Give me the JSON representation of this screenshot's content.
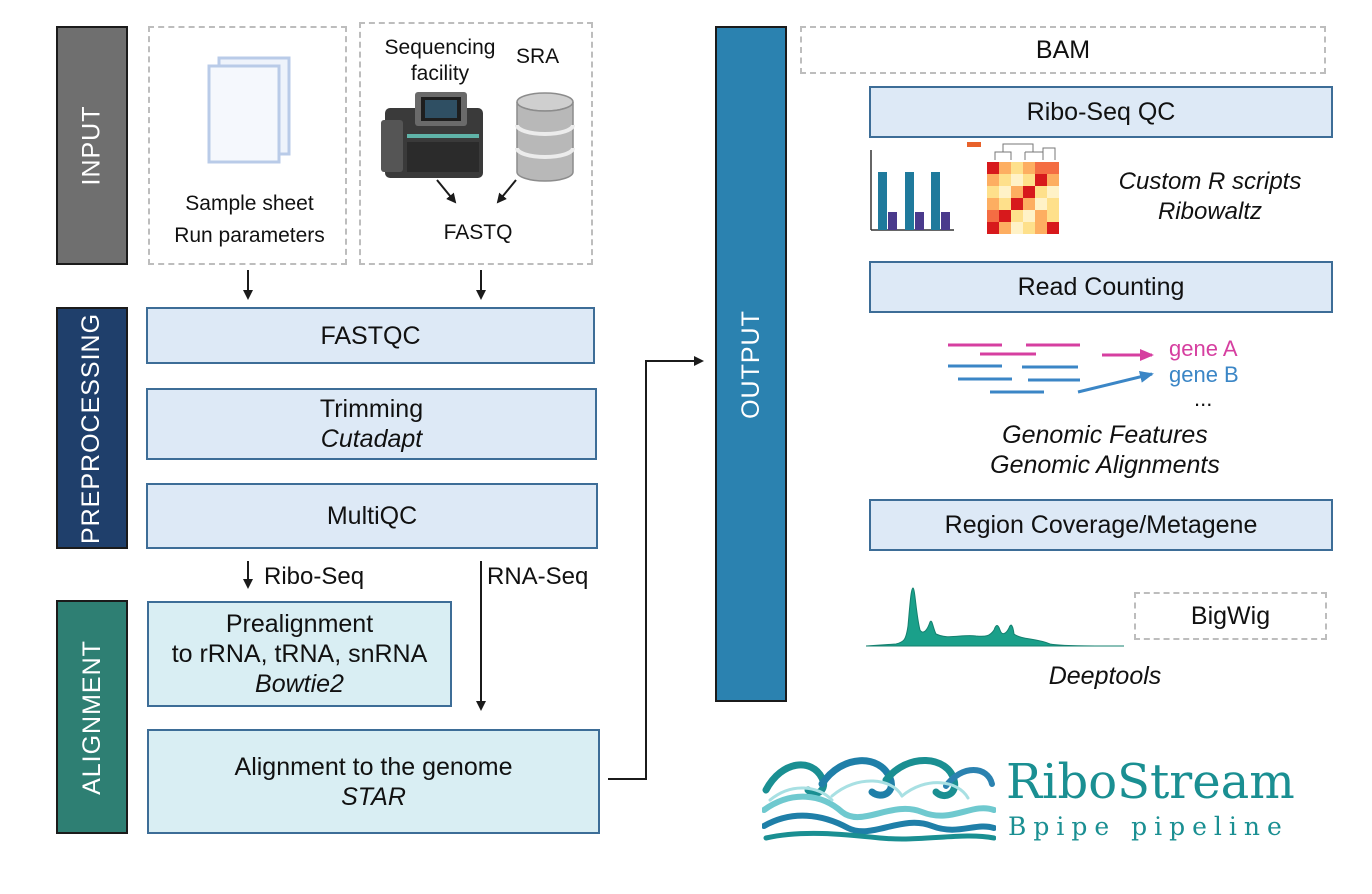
{
  "sections": {
    "input": "INPUT",
    "preprocessing": "PREPROCESSING",
    "alignment": "ALIGNMENT",
    "output": "OUTPUT"
  },
  "input": {
    "sample_sheet": "Sample sheet",
    "run_parameters": "Run parameters",
    "sequencing_facility": "Sequencing facility",
    "sra": "SRA",
    "fastq": "FASTQ"
  },
  "preprocessing": {
    "fastqc": "FASTQC",
    "trimming": "Trimming",
    "trimming_tool": "Cutadapt",
    "multiqc": "MultiQC"
  },
  "branches": {
    "ribo_seq": "Ribo-Seq",
    "rna_seq": "RNA-Seq"
  },
  "alignment": {
    "prealignment_line1": "Prealignment",
    "prealignment_line2": "to rRNA, tRNA, snRNA",
    "prealignment_tool": "Bowtie2",
    "genome_alignment": "Alignment to the genome",
    "genome_alignment_tool": "STAR"
  },
  "output": {
    "bam": "BAM",
    "riboseq_qc": "Ribo-Seq QC",
    "custom_r_scripts": "Custom R scripts",
    "ribowaltz": "Ribowaltz",
    "read_counting": "Read Counting",
    "gene_a": "gene A",
    "gene_b": "gene B",
    "ellipsis": "...",
    "genomic_features": "Genomic Features",
    "genomic_alignments": "Genomic Alignments",
    "region_coverage": "Region Coverage/Metagene",
    "bigwig": "BigWig",
    "deeptools": "Deeptools"
  },
  "logo": {
    "title": "RiboStream",
    "subtitle": "Bpipe pipeline"
  },
  "colors": {
    "input_bar": "#6f6f6f",
    "preprocessing_bar": "#1f3f6b",
    "alignment_bar": "#2e7f73",
    "output_bar": "#2b82b0",
    "box_fill": "#dde9f6",
    "box_border": "#3d6d97",
    "gene_a": "#d63fa0",
    "gene_b": "#3b86c6",
    "logo_teal": "#1a8f92"
  }
}
